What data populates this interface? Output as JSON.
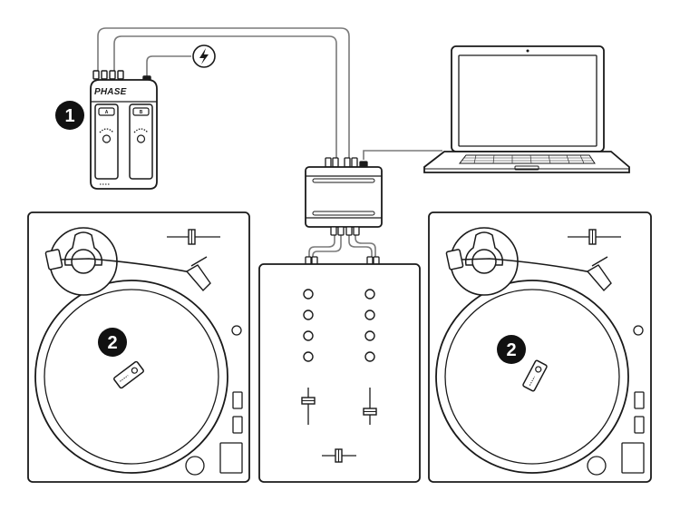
{
  "brand": {
    "name": "PHASE"
  },
  "remote_hub": {
    "button_a": "A",
    "button_b": "B"
  },
  "callouts": [
    {
      "number": "1"
    },
    {
      "number": "2"
    },
    {
      "number": "2"
    }
  ],
  "icons": {
    "power": "lightning-bolt-icon"
  },
  "colors": {
    "line": "#1a1a1a",
    "background": "#ffffff",
    "cable": "#7a7a7a",
    "callout_fill": "#111111"
  }
}
